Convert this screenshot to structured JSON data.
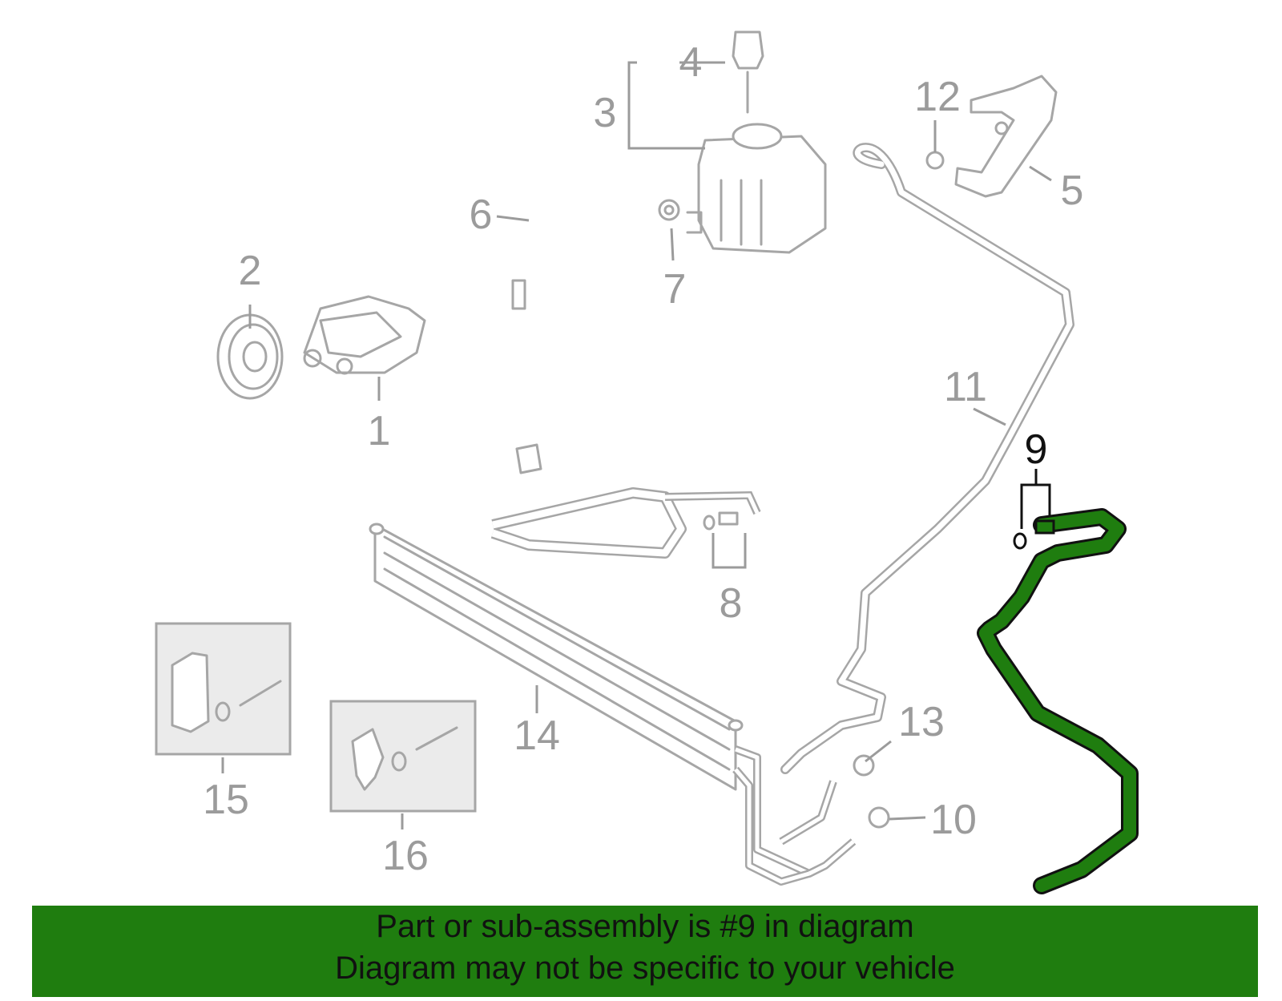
{
  "callouts": {
    "c1": "1",
    "c2": "2",
    "c3": "3",
    "c4": "4",
    "c5": "5",
    "c6": "6",
    "c7": "7",
    "c8": "8",
    "c9": "9",
    "c10": "10",
    "c11": "11",
    "c12": "12",
    "c13": "13",
    "c14": "14",
    "c15": "15",
    "c16": "16"
  },
  "highlight": {
    "callout": "9",
    "color": "#1f7d0f"
  },
  "colors": {
    "part_outline": "#a6a6a6",
    "callout_text": "#9b9b9b",
    "banner_bg": "#1f7d0f"
  },
  "banner": {
    "line1": "Part or sub-assembly is #9 in diagram",
    "line2": "Diagram may not be specific to your vehicle"
  }
}
